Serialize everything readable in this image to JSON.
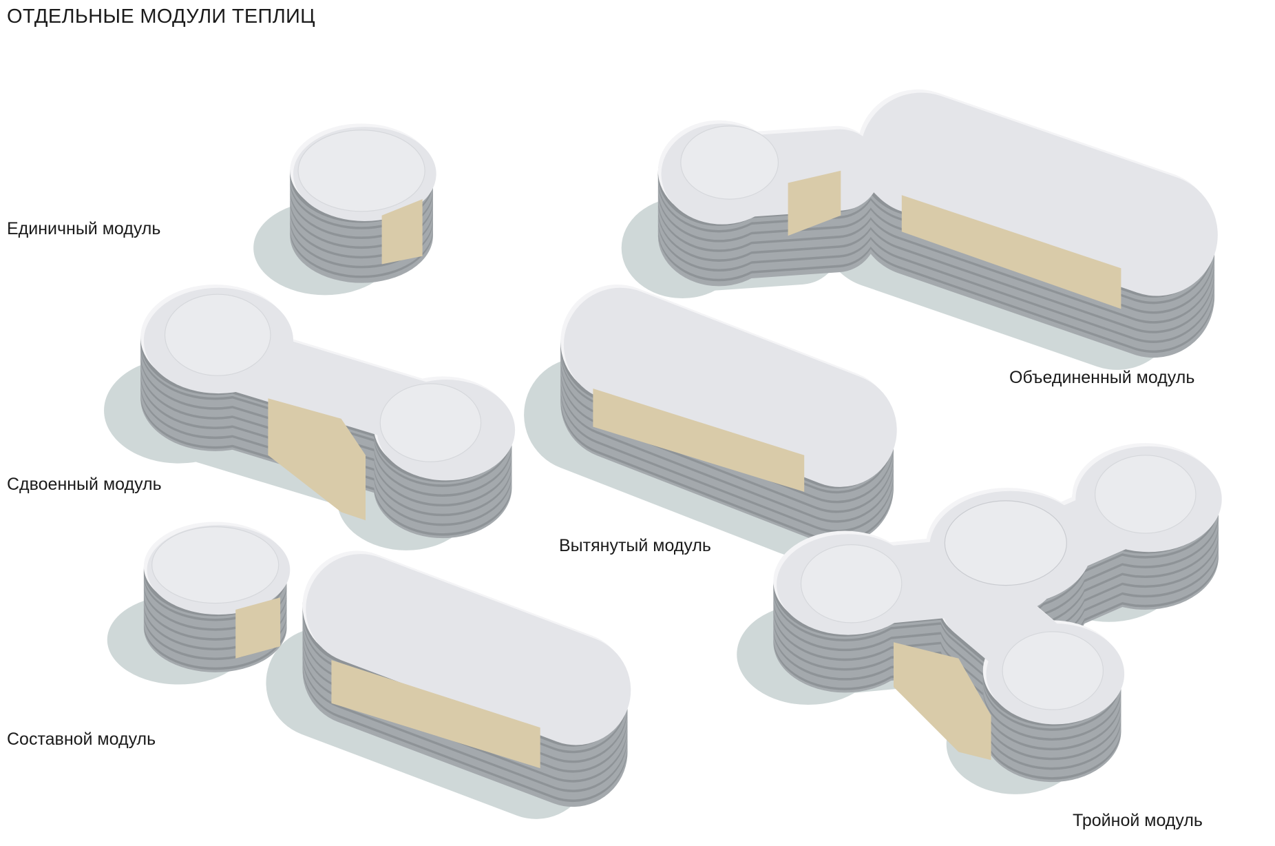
{
  "title": "ОТДЕЛЬНЫЕ МОДУЛИ ТЕПЛИЦ",
  "labels": {
    "single": "Единичный модуль",
    "double": "Сдвоенный модуль",
    "composite": "Составной модуль",
    "elongated": "Вытянутый модуль",
    "merged": "Объединенный модуль",
    "triple": "Тройной модуль"
  },
  "colors": {
    "shadow": "#cfd8d8",
    "wall": "#a4a9ad",
    "wall_dark": "#8e9397",
    "wood": "#d9cba9",
    "roof": "#e4e5e9",
    "roof_edge": "#f4f4f6",
    "skylight": "#eaebee"
  }
}
